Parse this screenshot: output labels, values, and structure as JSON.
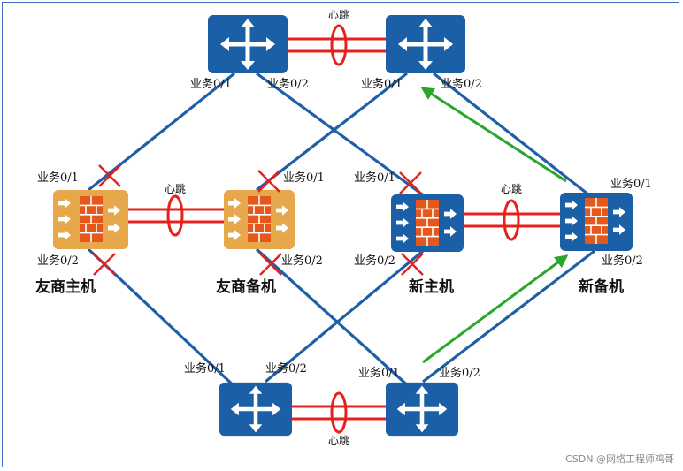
{
  "colors": {
    "link": "#1f5fa8",
    "heartbeat": "#e8201c",
    "router": "#1b5fa6",
    "old_firewall": "#e6a84a",
    "new_firewall": "#1b5fa6",
    "brick": "#e5571a",
    "cut_mark": "#e8201c",
    "migration_arrow": "#2ca52c"
  },
  "icons": {
    "router": "router-icon",
    "firewall": "firewall-icon",
    "cut": "cut-x-icon",
    "migrate": "green-arrow-icon"
  },
  "heartbeat_label": "心跳",
  "ports": {
    "p01": "业务0/1",
    "p02": "业务0/2"
  },
  "devices": {
    "old_primary": "友商主机",
    "old_backup": "友商备机",
    "new_primary": "新主机",
    "new_backup": "新备机"
  },
  "watermark": "CSDN @网络工程师鸡哥"
}
